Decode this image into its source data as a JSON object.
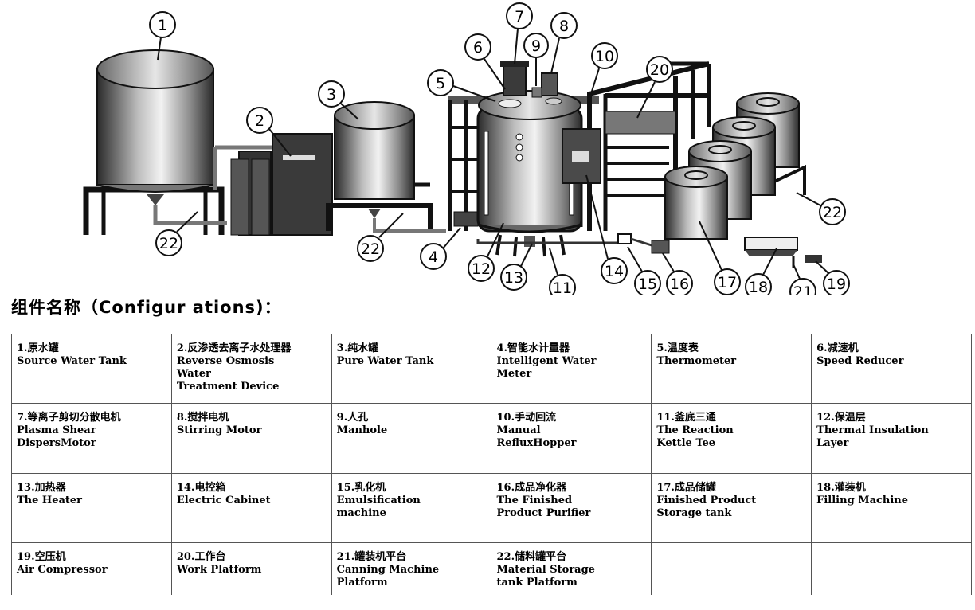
{
  "heading": "组件名称（Configur ations)：",
  "callouts": [
    "1",
    "2",
    "3",
    "4",
    "5",
    "6",
    "7",
    "8",
    "9",
    "10",
    "11",
    "12",
    "13",
    "14",
    "15",
    "16",
    "17",
    "18",
    "19",
    "20",
    "21",
    "22"
  ],
  "cells": [
    [
      "1.原水罐\nSource Water Tank",
      "2.反渗透去离子水处理器\nReverse Osmosis\nWater\n Treatment Device",
      "3.纯水罐\nPure Water Tank",
      "4.智能水计量器\nIntelligent Water\nMeter",
      "5.温度表\nThermometer",
      "6.减速机\nSpeed Reducer"
    ],
    [
      "7.等离子剪切分散电机\nPlasma Shear\nDispersMotor",
      "8.搅拌电机\nStirring Motor",
      "9.人孔\nManhole",
      "10.手动回流\nManual\nRefluxHopper",
      "11.釜底三通\nThe Reaction\nKettle Tee",
      "12.保温层\nThermal Insulation\nLayer"
    ],
    [
      "13.加热器\nThe Heater",
      "14.电控箱\nElectric Cabinet",
      "15.乳化机\nEmulsification\nmachine",
      "16.成品净化器\nThe Finished\nProduct Purifier",
      "17.成品储罐\nFinished Product\nStorage     tank",
      "18.灌装机\nFilling Machine"
    ],
    [
      "19.空压机\nAir Compressor",
      "20.工作台\nWork Platform",
      "21.罐装机平台\nCanning Machine\nPlatform",
      "22.储料罐平台\nMaterial Storage\ntank Platform",
      "",
      ""
    ]
  ]
}
